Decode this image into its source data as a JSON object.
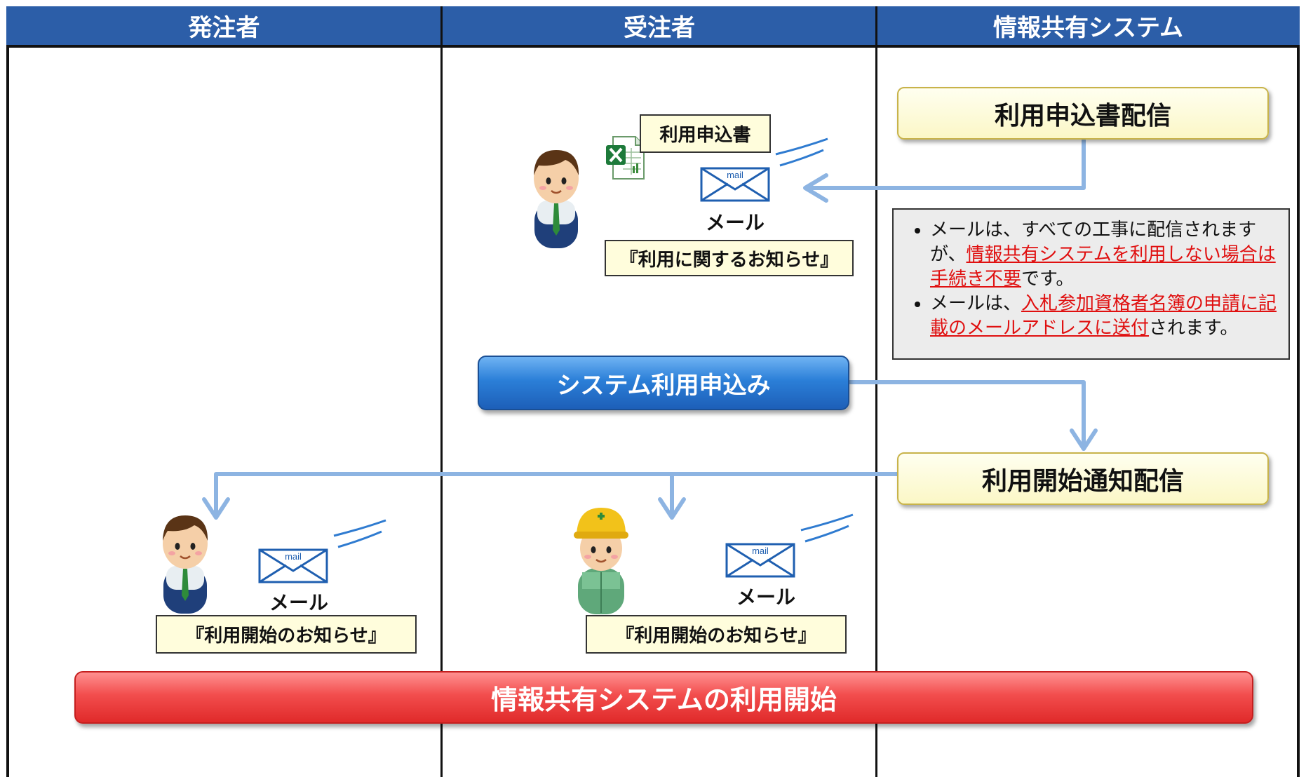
{
  "columns": [
    "発注者",
    "受注者",
    "情報共有システム"
  ],
  "steps": {
    "distribute_form": "利用申込書配信",
    "apply": "システム利用申込み",
    "start_notice_distribution": "利用開始通知配信",
    "usage_start": "情報共有システムの利用開始"
  },
  "labels": {
    "form": "利用申込書",
    "mail": "メール",
    "mail_icon_text": "mail",
    "usage_notice": "『利用に関するお知らせ』",
    "start_notice_client": "『利用開始のお知らせ』",
    "start_notice_contractor": "『利用開始のお知らせ』"
  },
  "note": {
    "item1_a": "メールは、すべての工事に配信されますが、",
    "item1_b": "情報共有システムを利用しない場合は手続き不要",
    "item1_c": "です。",
    "item2_a": "メールは、",
    "item2_b": "入札参加資格者名簿の申請に記載のメールアドレスに送付",
    "item2_c": "されます。"
  },
  "colors": {
    "header": "#2c5ea8",
    "arrow": "#8db4e2",
    "highlight_text": "#e01010",
    "apply_button": "#2b7fd8",
    "start_button": "#f24d4d",
    "step_box": "#fbf7c6"
  },
  "icons": [
    "excel-file-icon",
    "mail-envelope-icon",
    "office-worker-icon",
    "construction-worker-icon"
  ]
}
